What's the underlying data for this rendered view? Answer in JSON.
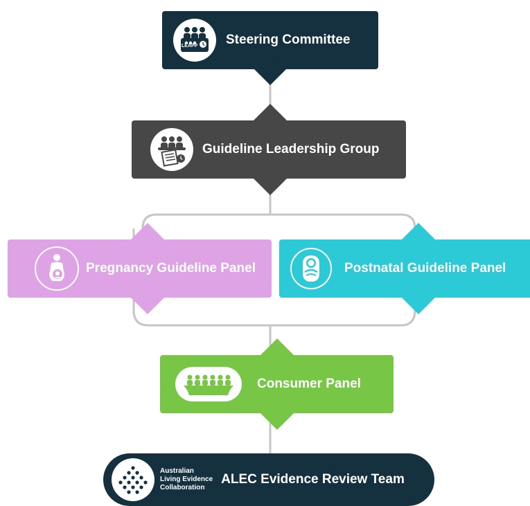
{
  "diagram": {
    "nodes": {
      "steering": {
        "label": "Steering Committee",
        "icon": "committee-meeting-icon",
        "badge_text": "LEAPP",
        "color": "#15303f"
      },
      "leadership": {
        "label": "Guideline Leadership Group",
        "icon": "group-meeting-document-icon",
        "color": "#474747"
      },
      "pregnancy": {
        "label": "Pregnancy Guideline Panel",
        "icon": "pregnant-woman-icon",
        "color": "#dea3e5"
      },
      "postnatal": {
        "label": "Postnatal Guideline Panel",
        "icon": "swaddled-baby-icon",
        "color": "#2cc9d6"
      },
      "consumer": {
        "label": "Consumer Panel",
        "icon": "consumer-group-icon",
        "color": "#78c646"
      },
      "alec": {
        "label": "ALEC Evidence Review Team",
        "icon": "alec-logo-icon",
        "logo_lines": [
          "Australian",
          "Living Evidence",
          "Collaboration"
        ],
        "color": "#15303f"
      }
    },
    "connector_color": "#c6c6c6"
  }
}
